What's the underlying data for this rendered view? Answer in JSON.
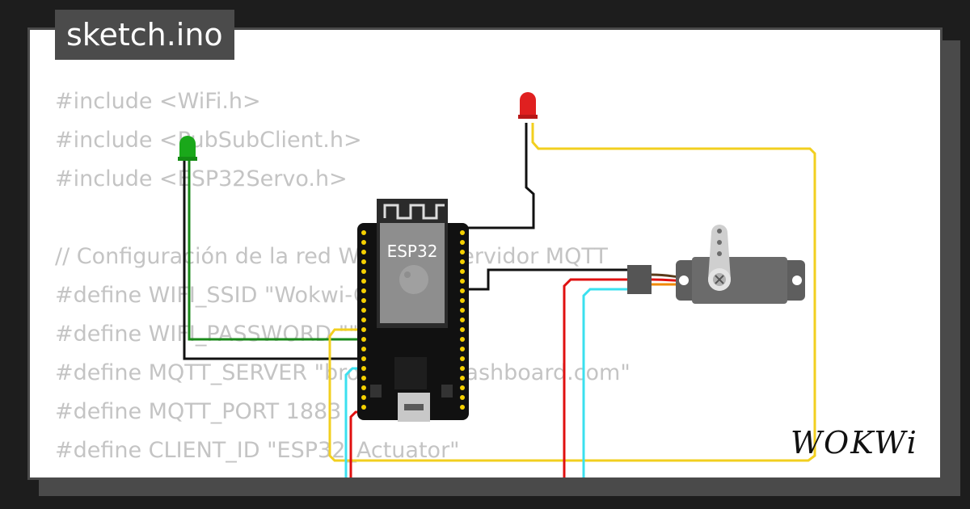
{
  "tab": {
    "filename": "sketch.ino"
  },
  "code_lines": [
    "#include <WiFi.h>",
    "#include <PubSubClient.h>",
    "#include <ESP32Servo.h>",
    "",
    "// Configuración de la red WiFi y del servidor MQTT",
    "#define WIFI_SSID \"Wokwi-GUEST\"",
    "#define WIFI_PASSWORD \"\"",
    "#define MQTT_SERVER \"broker.mqttdashboard.com\"",
    "#define MQTT_PORT 1883",
    "#define CLIENT_ID \"ESP32_Actuator\""
  ],
  "board": {
    "label": "ESP32"
  },
  "components": [
    "green-led",
    "red-led",
    "servo-motor"
  ],
  "wire_colors": {
    "green": "#1a8a1a",
    "yellow": "#f2cf1f",
    "cyan": "#3be0ef",
    "red": "#e01010",
    "black": "#111111",
    "orange": "#f08a00"
  },
  "brand": {
    "logo": "WOKWi"
  }
}
